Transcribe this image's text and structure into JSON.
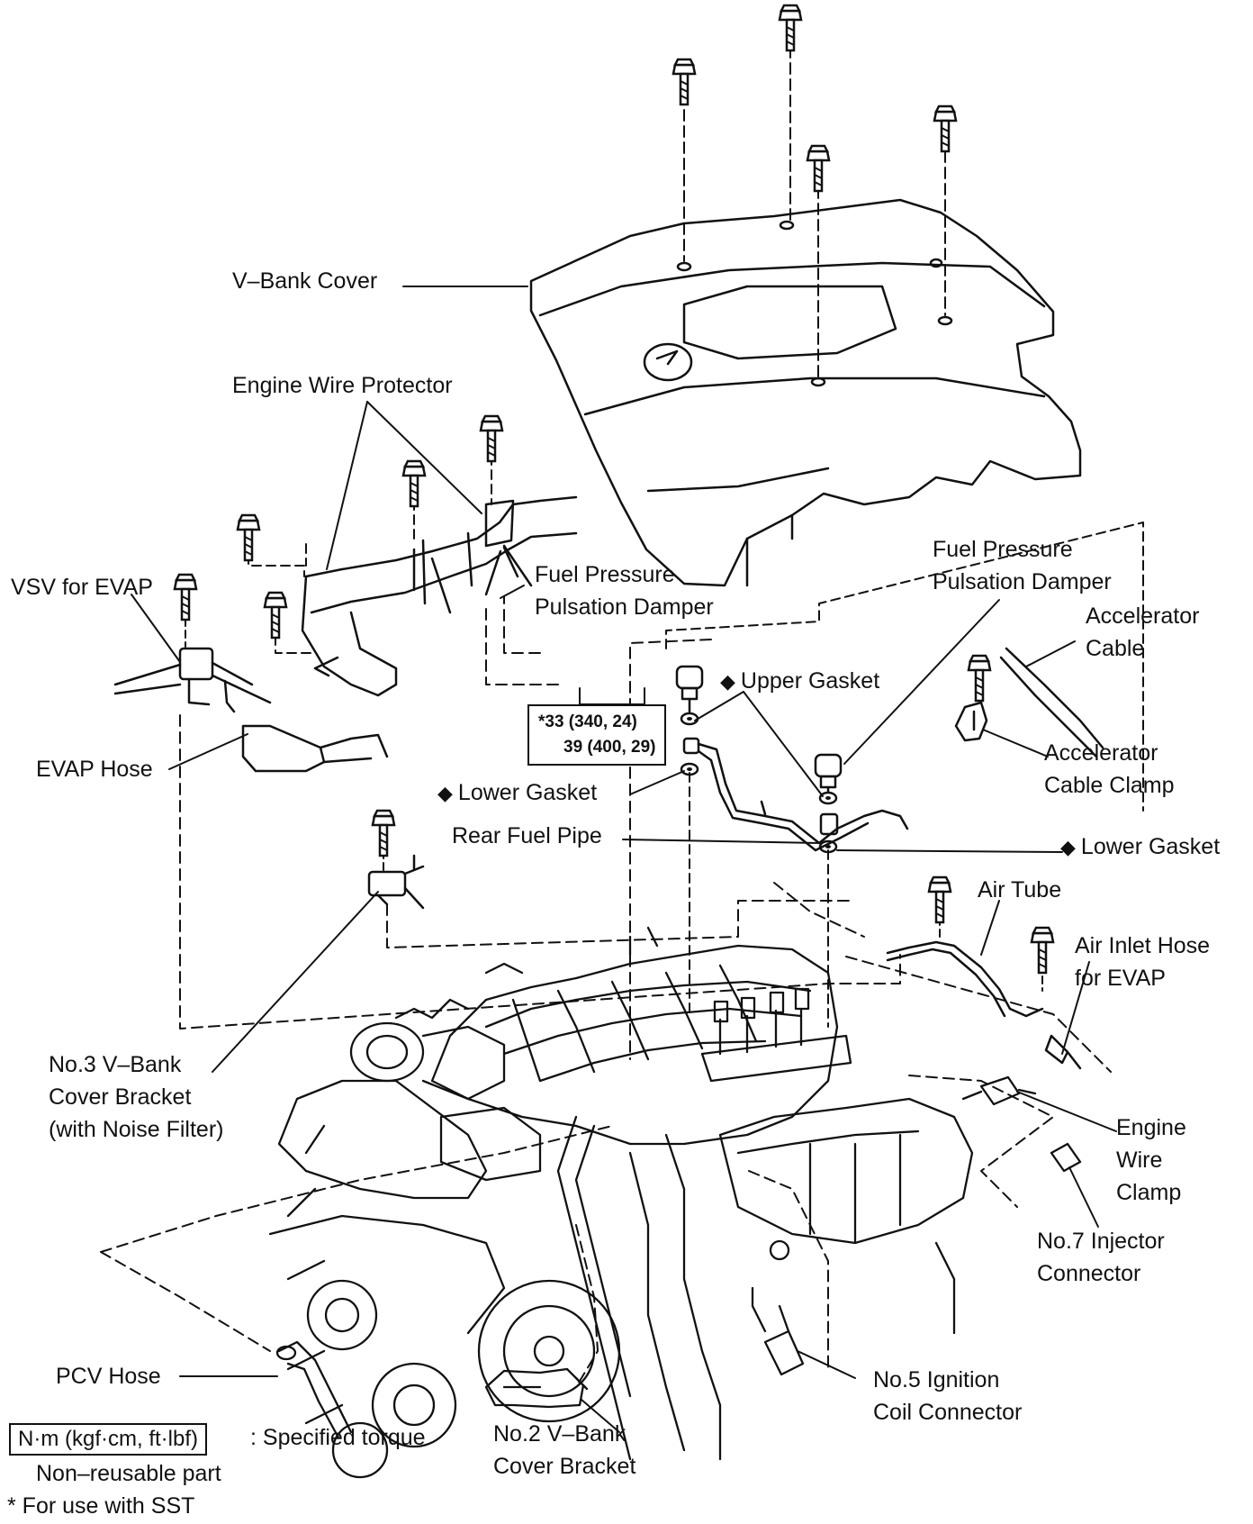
{
  "labels": {
    "v_bank_cover": "V–Bank Cover",
    "engine_wire_protector": "Engine Wire Protector",
    "vsv_for_evap": "VSV for EVAP",
    "evap_hose": "EVAP Hose",
    "fuel_pressure_damper_left": [
      "Fuel Pressure",
      "Pulsation Damper"
    ],
    "fuel_pressure_damper_right": [
      "Fuel Pressure",
      "Pulsation Damper"
    ],
    "accelerator_cable": [
      "Accelerator",
      "Cable"
    ],
    "upper_gasket": "Upper Gasket",
    "lower_gasket_left": "Lower Gasket",
    "lower_gasket_right": "Lower Gasket",
    "accelerator_cable_clamp": [
      "Accelerator",
      "Cable Clamp"
    ],
    "rear_fuel_pipe": "Rear Fuel Pipe",
    "air_tube": "Air Tube",
    "air_inlet_hose": [
      "Air Inlet Hose",
      "for EVAP"
    ],
    "no3_bracket": [
      "No.3 V–Bank",
      "Cover Bracket",
      "(with Noise Filter)"
    ],
    "engine_wire_clamp": [
      "Engine",
      "Wire",
      "Clamp"
    ],
    "no7_injector": [
      "No.7 Injector",
      "Connector"
    ],
    "pcv_hose": "PCV Hose",
    "no5_ignition": [
      "No.5 Ignition",
      "Coil Connector"
    ],
    "no2_bracket": [
      "No.2 V–Bank",
      "Cover Bracket"
    ]
  },
  "torque": {
    "line1": "*33 (340, 24)",
    "line2": "39 (400, 29)"
  },
  "legend": {
    "unit_box": "N·m (kgf·cm, ft·lbf)",
    "unit_desc": ": Specified torque",
    "non_reusable": "Non–reusable part",
    "sst": "* For use with SST"
  },
  "symbols": {
    "diamond": "◆"
  },
  "colors": {
    "ink": "#111111",
    "paper": "#ffffff"
  }
}
